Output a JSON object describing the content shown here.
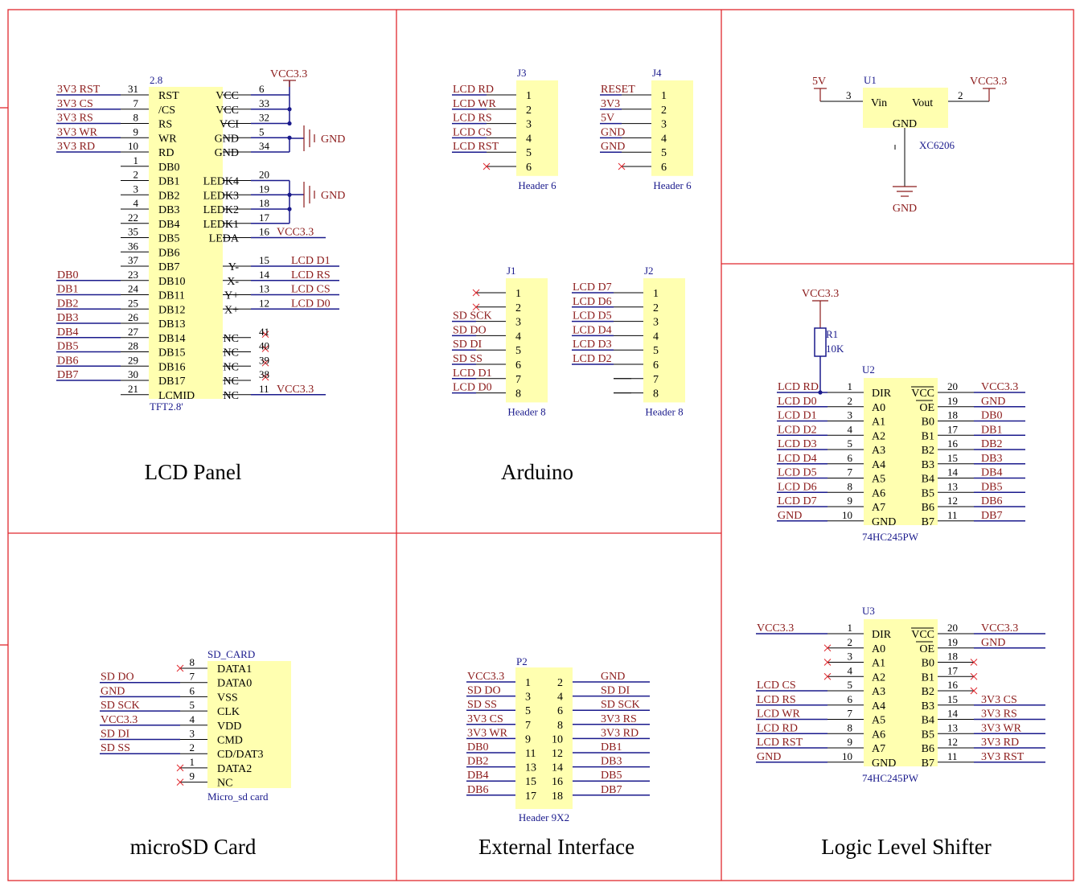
{
  "sections": {
    "lcd": "LCD Panel",
    "arduino": "Arduino",
    "power": "",
    "microsd": "microSD Card",
    "ext": "External Interface",
    "shifter": "Logic Level Shifter"
  },
  "lcd_panel": {
    "designator": "2.8",
    "footprint": "TFT2.8'",
    "left_pins": [
      {
        "net": "3V3_RST",
        "num": "31",
        "name": "RST"
      },
      {
        "net": "3V3_CS",
        "num": "7",
        "name": "/CS"
      },
      {
        "net": "3V3_RS",
        "num": "8",
        "name": "RS"
      },
      {
        "net": "3V3_WR",
        "num": "9",
        "name": "WR"
      },
      {
        "net": "3V3_RD",
        "num": "10",
        "name": "RD"
      },
      {
        "net": "",
        "num": "1",
        "name": "DB0"
      },
      {
        "net": "",
        "num": "2",
        "name": "DB1"
      },
      {
        "net": "",
        "num": "3",
        "name": "DB2"
      },
      {
        "net": "",
        "num": "4",
        "name": "DB3"
      },
      {
        "net": "",
        "num": "22",
        "name": "DB4"
      },
      {
        "net": "",
        "num": "35",
        "name": "DB5"
      },
      {
        "net": "",
        "num": "36",
        "name": "DB6"
      },
      {
        "net": "",
        "num": "37",
        "name": "DB7"
      },
      {
        "net": "DB0",
        "num": "23",
        "name": "DB10"
      },
      {
        "net": "DB1",
        "num": "24",
        "name": "DB11"
      },
      {
        "net": "DB2",
        "num": "25",
        "name": "DB12"
      },
      {
        "net": "DB3",
        "num": "26",
        "name": "DB13"
      },
      {
        "net": "DB4",
        "num": "27",
        "name": "DB14"
      },
      {
        "net": "DB5",
        "num": "28",
        "name": "DB15"
      },
      {
        "net": "DB6",
        "num": "29",
        "name": "DB16"
      },
      {
        "net": "DB7",
        "num": "30",
        "name": "DB17"
      },
      {
        "net": "",
        "num": "21",
        "name": "LCMID"
      }
    ],
    "right_pins": [
      {
        "name": "VCC",
        "num": "6",
        "net": "",
        "row": 0
      },
      {
        "name": "VCC",
        "num": "33",
        "net": "",
        "row": 1
      },
      {
        "name": "VCI",
        "num": "32",
        "net": "",
        "row": 2
      },
      {
        "name": "GND",
        "num": "5",
        "net": "",
        "row": 3
      },
      {
        "name": "GND",
        "num": "34",
        "net": "",
        "row": 4
      },
      {
        "name": "LEDK4",
        "num": "20",
        "net": "",
        "row": 6
      },
      {
        "name": "LEDK3",
        "num": "19",
        "net": "",
        "row": 7
      },
      {
        "name": "LEDK2",
        "num": "18",
        "net": "",
        "row": 8
      },
      {
        "name": "LEDK1",
        "num": "17",
        "net": "",
        "row": 9
      },
      {
        "name": "LEDA",
        "num": "16",
        "net": "VCC3.3",
        "row": 10
      },
      {
        "name": "Y-",
        "num": "15",
        "net": "LCD_D1",
        "row": 12
      },
      {
        "name": "X-",
        "num": "14",
        "net": "LCD_RS",
        "row": 13
      },
      {
        "name": "Y+",
        "num": "13",
        "net": "LCD_CS",
        "row": 14
      },
      {
        "name": "X+",
        "num": "12",
        "net": "LCD_D0",
        "row": 15
      },
      {
        "name": "NC",
        "num": "41",
        "net": "",
        "row": 17
      },
      {
        "name": "NC",
        "num": "40",
        "net": "",
        "row": 18
      },
      {
        "name": "NC",
        "num": "39",
        "net": "",
        "row": 19
      },
      {
        "name": "NC",
        "num": "38",
        "net": "",
        "row": 20
      },
      {
        "name": "NC",
        "num": "11",
        "net": "VCC3.3",
        "row": 21
      }
    ],
    "vcc_label": "VCC3.3",
    "gnd_label_1": "GND",
    "gnd_label_2": "GND"
  },
  "arduino": {
    "j3": {
      "designator": "J3",
      "footprint": "Header 6",
      "nets": [
        "LCD_RD",
        "LCD_WR",
        "LCD_RS",
        "LCD_CS",
        "LCD_RST",
        ""
      ],
      "pins": [
        "1",
        "2",
        "3",
        "4",
        "5",
        "6"
      ]
    },
    "j4": {
      "designator": "J4",
      "footprint": "Header 6",
      "nets": [
        "RESET",
        "3V3",
        "5V",
        "GND",
        "GND",
        ""
      ],
      "pins": [
        "1",
        "2",
        "3",
        "4",
        "5",
        "6"
      ]
    },
    "j1": {
      "designator": "J1",
      "footprint": "Header 8",
      "nets": [
        "",
        "",
        "SD_SCK",
        "SD_DO",
        "SD_DI",
        "SD_SS",
        "LCD_D1",
        "LCD_D0"
      ],
      "pins": [
        "1",
        "2",
        "3",
        "4",
        "5",
        "6",
        "7",
        "8"
      ]
    },
    "j2": {
      "designator": "J2",
      "footprint": "Header 8",
      "nets": [
        "LCD_D7",
        "LCD_D6",
        "LCD_D5",
        "LCD_D4",
        "LCD_D3",
        "LCD_D2",
        "",
        ""
      ],
      "pins": [
        "1",
        "2",
        "3",
        "4",
        "5",
        "6",
        "7",
        "8"
      ]
    }
  },
  "regulator": {
    "designator": "U1",
    "part": "XC6206",
    "vin": "Vin",
    "vout": "Vout",
    "gnd": "GND",
    "pin_in": "3",
    "pin_out": "2",
    "net_in": "5V",
    "net_out": "VCC3.3",
    "net_gnd": "GND"
  },
  "resistor": {
    "designator": "R1",
    "value": "10K",
    "net": "VCC3.3"
  },
  "u2": {
    "designator": "U2",
    "part": "74HC245PW",
    "left": [
      {
        "net": "LCD_RD",
        "num": "1",
        "name": "DIR"
      },
      {
        "net": "LCD_D0",
        "num": "2",
        "name": "A0"
      },
      {
        "net": "LCD_D1",
        "num": "3",
        "name": "A1"
      },
      {
        "net": "LCD_D2",
        "num": "4",
        "name": "A2"
      },
      {
        "net": "LCD_D3",
        "num": "5",
        "name": "A3"
      },
      {
        "net": "LCD_D4",
        "num": "6",
        "name": "A4"
      },
      {
        "net": "LCD_D5",
        "num": "7",
        "name": "A5"
      },
      {
        "net": "LCD_D6",
        "num": "8",
        "name": "A6"
      },
      {
        "net": "LCD_D7",
        "num": "9",
        "name": "A7"
      },
      {
        "net": "GND",
        "num": "10",
        "name": "GND"
      }
    ],
    "right": [
      {
        "name": "VCC",
        "num": "20",
        "net": "VCC3.3"
      },
      {
        "name": "OE",
        "num": "19",
        "net": "GND"
      },
      {
        "name": "B0",
        "num": "18",
        "net": "DB0"
      },
      {
        "name": "B1",
        "num": "17",
        "net": "DB1"
      },
      {
        "name": "B2",
        "num": "16",
        "net": "DB2"
      },
      {
        "name": "B3",
        "num": "15",
        "net": "DB3"
      },
      {
        "name": "B4",
        "num": "14",
        "net": "DB4"
      },
      {
        "name": "B5",
        "num": "13",
        "net": "DB5"
      },
      {
        "name": "B6",
        "num": "12",
        "net": "DB6"
      },
      {
        "name": "B7",
        "num": "11",
        "net": "DB7"
      }
    ]
  },
  "u3": {
    "designator": "U3",
    "part": "74HC245PW",
    "left": [
      {
        "net": "VCC3.3",
        "num": "1",
        "name": "DIR"
      },
      {
        "net": "",
        "num": "2",
        "name": "A0"
      },
      {
        "net": "",
        "num": "3",
        "name": "A1"
      },
      {
        "net": "",
        "num": "4",
        "name": "A2"
      },
      {
        "net": "LCD_CS",
        "num": "5",
        "name": "A3"
      },
      {
        "net": "LCD_RS",
        "num": "6",
        "name": "A4"
      },
      {
        "net": "LCD_WR",
        "num": "7",
        "name": "A5"
      },
      {
        "net": "LCD_RD",
        "num": "8",
        "name": "A6"
      },
      {
        "net": "LCD_RST",
        "num": "9",
        "name": "A7"
      },
      {
        "net": "GND",
        "num": "10",
        "name": "GND"
      }
    ],
    "right": [
      {
        "name": "VCC",
        "num": "20",
        "net": "VCC3.3"
      },
      {
        "name": "OE",
        "num": "19",
        "net": "GND"
      },
      {
        "name": "B0",
        "num": "18",
        "net": ""
      },
      {
        "name": "B1",
        "num": "17",
        "net": ""
      },
      {
        "name": "B2",
        "num": "16",
        "net": ""
      },
      {
        "name": "B3",
        "num": "15",
        "net": "3V3_CS"
      },
      {
        "name": "B4",
        "num": "14",
        "net": "3V3_RS"
      },
      {
        "name": "B5",
        "num": "13",
        "net": "3V3_WR"
      },
      {
        "name": "B6",
        "num": "12",
        "net": "3V3_RD"
      },
      {
        "name": "B7",
        "num": "11",
        "net": "3V3_RST"
      }
    ]
  },
  "sd_card": {
    "designator": "SD_CARD",
    "footprint": "Micro_sd card",
    "pins": [
      {
        "net": "",
        "num": "8",
        "name": "DATA1"
      },
      {
        "net": "SD_DO",
        "num": "7",
        "name": "DATA0"
      },
      {
        "net": "GND",
        "num": "6",
        "name": "VSS"
      },
      {
        "net": "SD_SCK",
        "num": "5",
        "name": "CLK"
      },
      {
        "net": "VCC3.3",
        "num": "4",
        "name": "VDD"
      },
      {
        "net": "SD_DI",
        "num": "3",
        "name": "CMD"
      },
      {
        "net": "SD_SS",
        "num": "2",
        "name": "CD/DAT3"
      },
      {
        "net": "",
        "num": "1",
        "name": "DATA2"
      },
      {
        "net": "",
        "num": "9",
        "name": "NC"
      }
    ]
  },
  "p2": {
    "designator": "P2",
    "footprint": "Header 9X2",
    "rows": [
      {
        "lnet": "VCC3.3",
        "lnum": "1",
        "rnum": "2",
        "rnet": "GND"
      },
      {
        "lnet": "SD_DO",
        "lnum": "3",
        "rnum": "4",
        "rnet": "SD_DI"
      },
      {
        "lnet": "SD_SS",
        "lnum": "5",
        "rnum": "6",
        "rnet": "SD_SCK"
      },
      {
        "lnet": "3V3_CS",
        "lnum": "7",
        "rnum": "8",
        "rnet": "3V3_RS"
      },
      {
        "lnet": "3V3_WR",
        "lnum": "9",
        "rnum": "10",
        "rnet": "3V3_RD"
      },
      {
        "lnet": "DB0",
        "lnum": "11",
        "rnum": "12",
        "rnet": "DB1"
      },
      {
        "lnet": "DB2",
        "lnum": "13",
        "rnum": "14",
        "rnet": "DB3"
      },
      {
        "lnet": "DB4",
        "lnum": "15",
        "rnum": "16",
        "rnet": "DB5"
      },
      {
        "lnet": "DB6",
        "lnum": "17",
        "rnum": "18",
        "rnet": "DB7"
      }
    ]
  }
}
